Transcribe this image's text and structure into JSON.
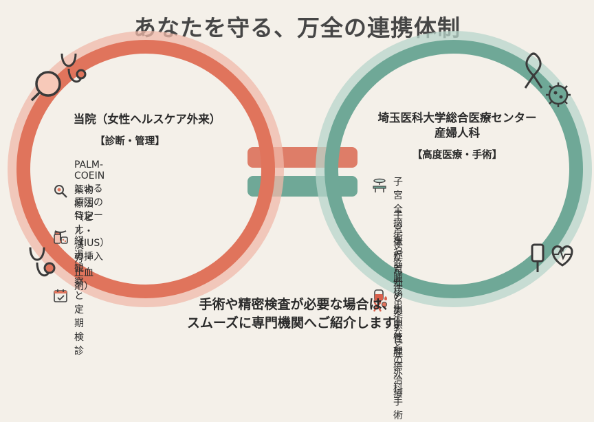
{
  "title": "あなたを守る、万全の連携体制",
  "left": {
    "heading": "当院（女性ヘルスケア外来）",
    "subheading": "【診断・管理】",
    "items": [
      {
        "label": "PALM-COEINによる原因の特定",
        "icon": "magnifier-icon"
      },
      {
        "label": "薬物療法（ピル・漢方・止血剤）",
        "icon": "medicine-icon"
      },
      {
        "label": "ミレーナ（IUS）の挿入",
        "icon": "iud-icon"
      },
      {
        "label": "経過観察と定期検診",
        "icon": "calendar-icon"
      }
    ],
    "color": "#e0745c"
  },
  "right": {
    "heading_line1": "埼玉医科大学総合医療センター",
    "heading_line2": "産婦人科",
    "subheading": "【高度医療・手術】",
    "items": [
      {
        "label_line1": "子宮全摘術や筋腫核出術などの",
        "label_line2": "外科手術",
        "icon": "surgery-icon"
      },
      {
        "label_line1": "子宮体がんなどの悪性腫瘍治療",
        "label_line2": "",
        "icon": "cancer-ribbon-icon"
      },
      {
        "label_line1": "重症貧血の集中管理",
        "label_line2": "",
        "icon": "blood-bag-icon"
      }
    ],
    "color": "#6fa897"
  },
  "footer": {
    "line1": "手術や精密検査が必要な場合は、",
    "line2": "スムーズに専門機関へご紹介します。"
  }
}
